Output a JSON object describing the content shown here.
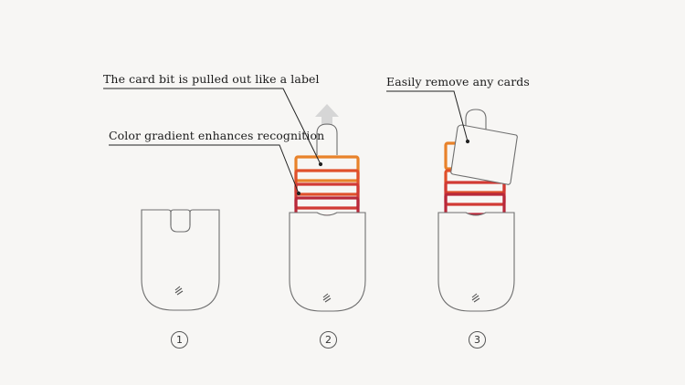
{
  "annotations": {
    "pull_label": "The card bit is pulled out like a label",
    "gradient_label": "Color gradient enhances recognition",
    "remove_label": "Easily remove any cards"
  },
  "steps": [
    "1",
    "2",
    "3"
  ],
  "colors": {
    "background": "#f7f6f4",
    "outline": "#6f6f6f",
    "arrow": "#d6d6d6",
    "card_orange": "#e8822a",
    "card_orange_red": "#e0502b",
    "card_red": "#d13a34",
    "card_crimson": "#b8283a",
    "card_dark_red": "#a51f37"
  }
}
